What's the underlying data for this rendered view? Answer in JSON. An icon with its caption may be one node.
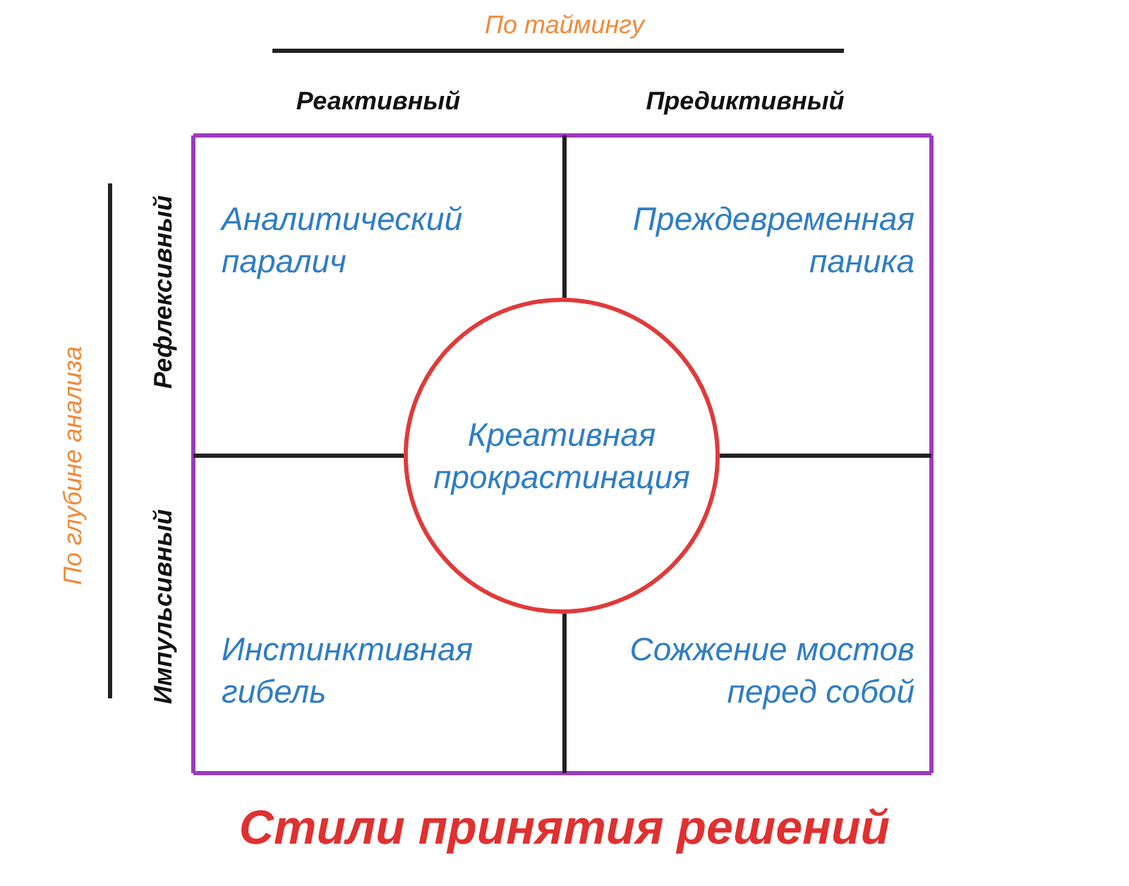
{
  "diagram": {
    "caption": "Стили принятия решений",
    "nodes": [
      {
        "text": [
          "Аналитический паралич"
        ]
      },
      {
        "text": [
          "Преждевременная паника"
        ]
      },
      {
        "text": [
          "Инстинктивная гибель"
        ]
      },
      {
        "text": [
          "Сожжение мостов перед собой"
        ]
      },
      {
        "text": [
          "Креативная прокрастинация"
        ]
      }
    ],
    "labels": [
      "По таймингу",
      "Реактивный",
      "Предиктивный",
      "По глубине анализа",
      "Рефлексивный",
      "Импульсивный"
    ]
  }
}
